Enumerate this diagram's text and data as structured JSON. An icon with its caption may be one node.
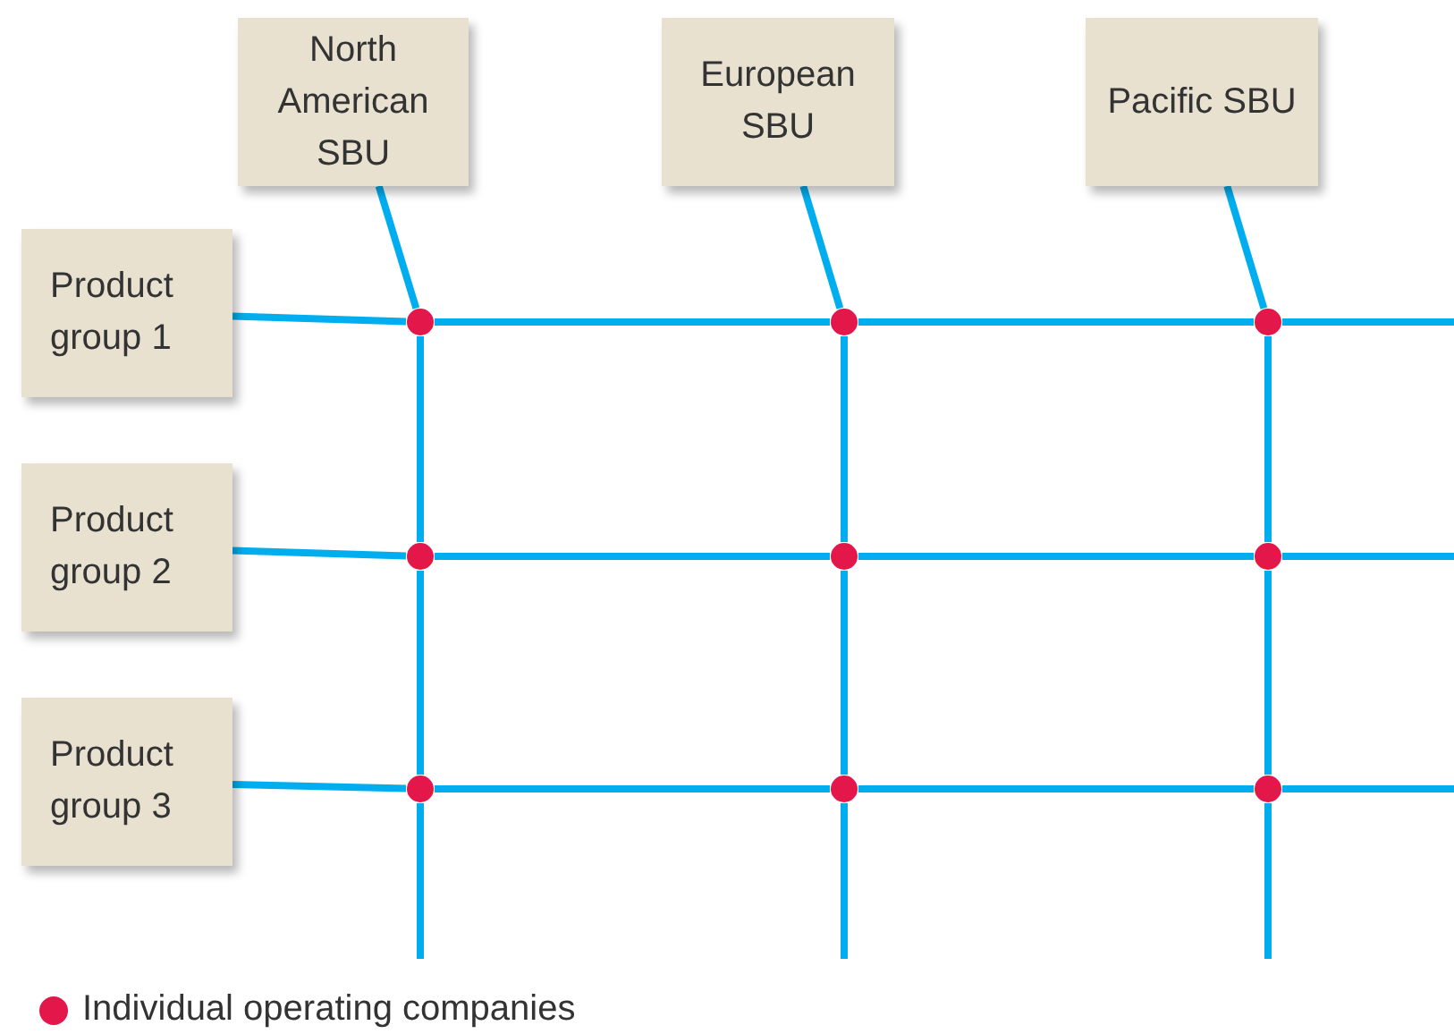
{
  "diagram": {
    "nodes": [
      {
        "text": [
          "North American SBU"
        ]
      },
      {
        "text": [
          "European SBU"
        ]
      },
      {
        "text": [
          "Pacific SBU"
        ]
      },
      {
        "text": [
          "Product group 1"
        ]
      },
      {
        "text": [],
        "shape": "circle"
      },
      {
        "text": [],
        "shape": "circle"
      },
      {
        "text": [],
        "shape": "circle"
      },
      {
        "text": [
          "Product group 2"
        ]
      },
      {
        "text": [],
        "shape": "circle"
      },
      {
        "text": [],
        "shape": "circle"
      },
      {
        "text": [],
        "shape": "circle"
      },
      {
        "text": [
          "Product group 3"
        ]
      },
      {
        "text": [],
        "shape": "circle"
      },
      {
        "text": [],
        "shape": "circle"
      },
      {
        "text": [],
        "shape": "circle"
      }
    ],
    "edges": [
      {
        "from": 0,
        "to": 4,
        "arrow": "none"
      },
      {
        "from": 4,
        "to": 8,
        "arrow": "none"
      },
      {
        "from": 8,
        "to": 12,
        "arrow": "none"
      },
      {
        "from": 12,
        "to": null,
        "arrow": "none"
      },
      {
        "from": 1,
        "to": 5,
        "arrow": "none"
      },
      {
        "from": 5,
        "to": 9,
        "arrow": "none"
      },
      {
        "from": 9,
        "to": 13,
        "arrow": "none"
      },
      {
        "from": 13,
        "to": null,
        "arrow": "none"
      },
      {
        "from": 2,
        "to": 6,
        "arrow": "none"
      },
      {
        "from": 6,
        "to": 10,
        "arrow": "none"
      },
      {
        "from": 10,
        "to": 14,
        "arrow": "none"
      },
      {
        "from": 14,
        "to": null,
        "arrow": "none"
      },
      {
        "from": 3,
        "to": 4,
        "arrow": "none"
      },
      {
        "from": 4,
        "to": 5,
        "arrow": "none"
      },
      {
        "from": 5,
        "to": 6,
        "arrow": "none"
      },
      {
        "from": 6,
        "to": null,
        "arrow": "none"
      },
      {
        "from": 7,
        "to": 8,
        "arrow": "none"
      },
      {
        "from": 8,
        "to": 9,
        "arrow": "none"
      },
      {
        "from": 9,
        "to": 10,
        "arrow": "none"
      },
      {
        "from": 10,
        "to": null,
        "arrow": "none"
      },
      {
        "from": 11,
        "to": 12,
        "arrow": "none"
      },
      {
        "from": 12,
        "to": 13,
        "arrow": "none"
      },
      {
        "from": 13,
        "to": 14,
        "arrow": "none"
      },
      {
        "from": 14,
        "to": null,
        "arrow": "none"
      }
    ],
    "legend": [
      {
        "text": "Individual operating companies",
        "color": "#e4174b"
      }
    ]
  }
}
